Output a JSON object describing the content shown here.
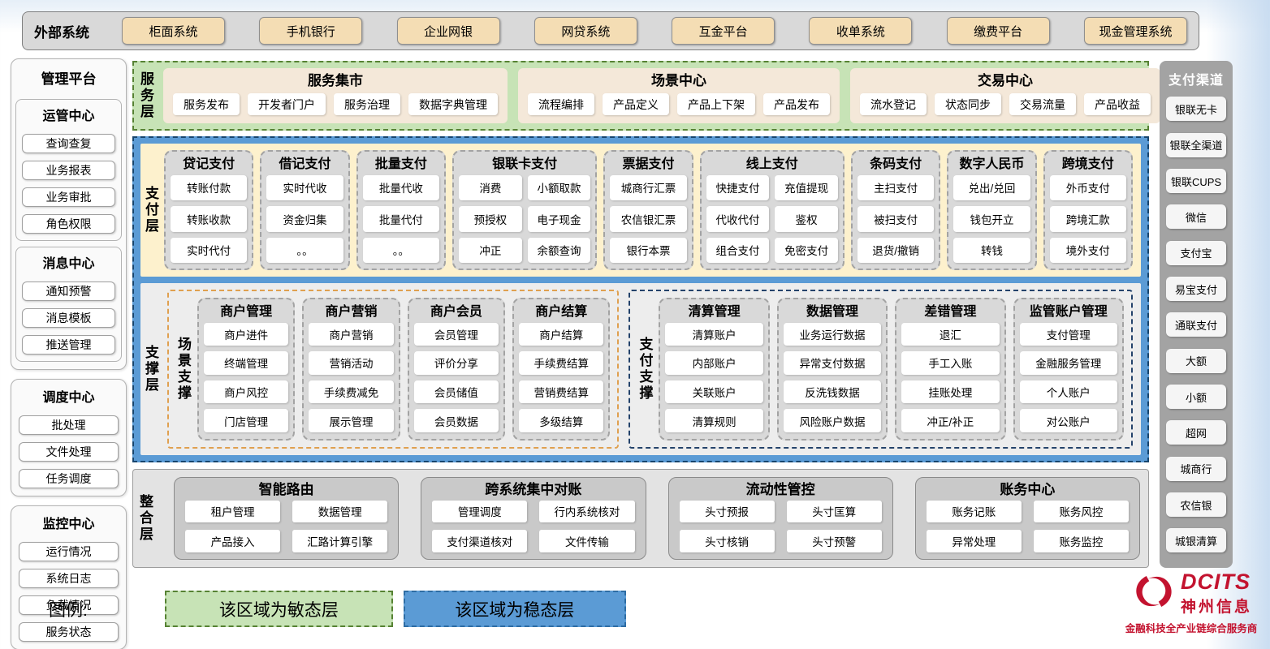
{
  "external_systems": {
    "label": "外部系统",
    "items": [
      "柜面系统",
      "手机银行",
      "企业网银",
      "网贷系统",
      "互金平台",
      "收单系统",
      "缴费平台",
      "现金管理系统"
    ]
  },
  "management_platform": {
    "title": "管理平台",
    "sections": [
      {
        "title": "运管中心",
        "items": [
          "查询查复",
          "业务报表",
          "业务审批",
          "角色权限"
        ]
      },
      {
        "title": "消息中心",
        "items": [
          "通知预警",
          "消息模板",
          "推送管理"
        ]
      },
      {
        "title": "调度中心",
        "items": [
          "批处理",
          "文件处理",
          "任务调度"
        ]
      },
      {
        "title": "监控中心",
        "items": [
          "运行情况",
          "系统日志",
          "负载情况",
          "服务状态"
        ]
      }
    ]
  },
  "service_layer": {
    "label": "服务层",
    "panels": [
      {
        "title": "服务集市",
        "items": [
          "服务发布",
          "开发者门户",
          "服务治理",
          "数据字典管理"
        ]
      },
      {
        "title": "场景中心",
        "items": [
          "流程编排",
          "产品定义",
          "产品上下架",
          "产品发布"
        ]
      },
      {
        "title": "交易中心",
        "items": [
          "流水登记",
          "状态同步",
          "交易流量",
          "产品收益"
        ]
      }
    ]
  },
  "payment_layer": {
    "label": "支付层",
    "columns": [
      {
        "title": "贷记支付",
        "items": [
          "转账付款",
          "转账收款",
          "实时代付"
        ]
      },
      {
        "title": "借记支付",
        "items": [
          "实时代收",
          "资金归集",
          "。。"
        ]
      },
      {
        "title": "批量支付",
        "items": [
          "批量代收",
          "批量代付",
          "。。"
        ]
      },
      {
        "title": "银联卡支付",
        "items": [
          "消费",
          "小额取款",
          "预授权",
          "电子现金",
          "冲正",
          "余额查询"
        ]
      },
      {
        "title": "票据支付",
        "items": [
          "城商行汇票",
          "农信银汇票",
          "银行本票"
        ]
      },
      {
        "title": "线上支付",
        "items": [
          "快捷支付",
          "充值提现",
          "代收代付",
          "鉴权",
          "组合支付",
          "免密支付"
        ]
      },
      {
        "title": "条码支付",
        "items": [
          "主扫支付",
          "被扫支付",
          "退货/撤销"
        ]
      },
      {
        "title": "数字人民币",
        "items": [
          "兑出/兑回",
          "钱包开立",
          "转钱"
        ]
      },
      {
        "title": "跨境支付",
        "items": [
          "外币支付",
          "跨境汇款",
          "境外支付"
        ]
      }
    ]
  },
  "support_layer": {
    "label": "支撑层",
    "groups": [
      {
        "label": "场景支撑",
        "columns": [
          {
            "title": "商户管理",
            "items": [
              "商户进件",
              "终端管理",
              "商户风控",
              "门店管理"
            ]
          },
          {
            "title": "商户营销",
            "items": [
              "商户营销",
              "营销活动",
              "手续费减免",
              "展示管理"
            ]
          },
          {
            "title": "商户会员",
            "items": [
              "会员管理",
              "评价分享",
              "会员储值",
              "会员数据"
            ]
          },
          {
            "title": "商户结算",
            "items": [
              "商户结算",
              "手续费结算",
              "营销费结算",
              "多级结算"
            ]
          }
        ]
      },
      {
        "label": "支付支撑",
        "columns": [
          {
            "title": "清算管理",
            "items": [
              "清算账户",
              "内部账户",
              "关联账户",
              "清算规则"
            ]
          },
          {
            "title": "数据管理",
            "items": [
              "业务运行数据",
              "异常支付数据",
              "反洗钱数据",
              "风险账户数据"
            ]
          },
          {
            "title": "差错管理",
            "items": [
              "退汇",
              "手工入账",
              "挂账处理",
              "冲正/补正"
            ]
          },
          {
            "title": "监管账户管理",
            "items": [
              "支付管理",
              "金融服务管理",
              "个人账户",
              "对公账户"
            ]
          }
        ]
      }
    ]
  },
  "integration_layer": {
    "label": "整合层",
    "panels": [
      {
        "title": "智能路由",
        "items": [
          "租户管理",
          "数据管理",
          "产品接入",
          "汇路计算引擎"
        ]
      },
      {
        "title": "跨系统集中对账",
        "items": [
          "管理调度",
          "行内系统核对",
          "支付渠道核对",
          "文件传输"
        ]
      },
      {
        "title": "流动性管控",
        "items": [
          "头寸预报",
          "头寸匡算",
          "头寸核销",
          "头寸预警"
        ]
      },
      {
        "title": "账务中心",
        "items": [
          "账务记账",
          "账务风控",
          "异常处理",
          "账务监控"
        ]
      }
    ]
  },
  "payment_channels": {
    "title": "支付渠道",
    "items": [
      "银联无卡",
      "银联全渠道",
      "银联CUPS",
      "微信",
      "支付宝",
      "易宝支付",
      "通联支付",
      "大额",
      "小额",
      "超网",
      "城商行",
      "农信银",
      "城银清算"
    ]
  },
  "legend": {
    "label": "图例:",
    "items": [
      {
        "text": "该区域为敏态层",
        "color": "#c7e3b6"
      },
      {
        "text": "该区域为稳态层",
        "color": "#5b9bd5"
      }
    ]
  },
  "logo": {
    "name": "DCITS",
    "cn_name": "神州信息",
    "tagline": "金融科技全产业链综合服务商",
    "color": "#c3132f"
  }
}
